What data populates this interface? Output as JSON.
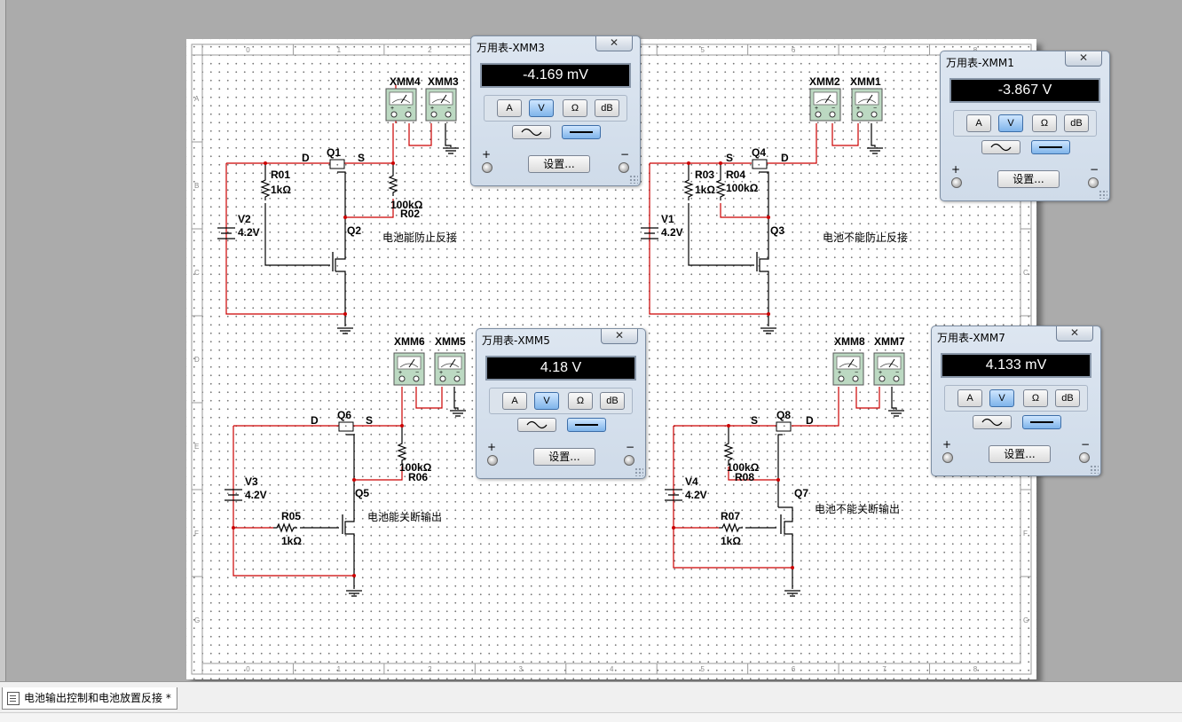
{
  "app": {
    "tab_title": "电池输出控制和电池放置反接 *"
  },
  "sheet": {
    "border_numbers": [
      "0",
      "1",
      "2",
      "3",
      "4",
      "5",
      "6",
      "7",
      "8"
    ],
    "border_letters": [
      "A",
      "B",
      "C",
      "D",
      "E",
      "F",
      "G"
    ]
  },
  "circuit_top_left": {
    "switch_label": "Q1",
    "mosfet_label": "Q2",
    "r_gate_label": "R01",
    "r_gate_value": "1kΩ",
    "r_pull_label": "R02",
    "r_pull_value": "100kΩ",
    "battery_label": "V2",
    "battery_value": "4.2V",
    "drain_label": "D",
    "source_label": "S",
    "meter_a": "XMM4",
    "meter_b": "XMM3",
    "note": "电池能防止反接"
  },
  "circuit_top_right": {
    "switch_label": "Q4",
    "mosfet_label": "Q3",
    "r_gate_label": "R03",
    "r_gate_value": "1kΩ",
    "r_pull_label": "R04",
    "r_pull_value": "100kΩ",
    "battery_label": "V1",
    "battery_value": "4.2V",
    "drain_label": "D",
    "source_label": "S",
    "meter_a": "XMM2",
    "meter_b": "XMM1",
    "note": "电池不能防止反接"
  },
  "circuit_bottom_left": {
    "switch_label": "Q6",
    "mosfet_label": "Q5",
    "r_gate_label": "R05",
    "r_gate_value": "1kΩ",
    "r_pull_label": "R06",
    "r_pull_value": "100kΩ",
    "battery_label": "V3",
    "battery_value": "4.2V",
    "drain_label": "D",
    "source_label": "S",
    "meter_a": "XMM6",
    "meter_b": "XMM5",
    "note": "电池能关断输出"
  },
  "circuit_bottom_right": {
    "switch_label": "Q8",
    "mosfet_label": "Q7",
    "r_gate_label": "R07",
    "r_gate_value": "1kΩ",
    "r_pull_label": "R08",
    "r_pull_value": "100kΩ",
    "battery_label": "V4",
    "battery_value": "4.2V",
    "drain_label": "D",
    "source_label": "S",
    "meter_a": "XMM8",
    "meter_b": "XMM7",
    "note": "电池不能关断输出"
  },
  "multimeters": [
    {
      "title": "万用表-XMM3",
      "reading": "-4.169 mV",
      "close": "✕",
      "btn_a": "A",
      "btn_v": "V",
      "btn_ohm": "Ω",
      "btn_db": "dB",
      "settings": "设置...",
      "plus": "+",
      "minus": "−"
    },
    {
      "title": "万用表-XMM1",
      "reading": "-3.867 V",
      "close": "✕",
      "btn_a": "A",
      "btn_v": "V",
      "btn_ohm": "Ω",
      "btn_db": "dB",
      "settings": "设置...",
      "plus": "+",
      "minus": "−"
    },
    {
      "title": "万用表-XMM5",
      "reading": "4.18 V",
      "close": "✕",
      "btn_a": "A",
      "btn_v": "V",
      "btn_ohm": "Ω",
      "btn_db": "dB",
      "settings": "设置...",
      "plus": "+",
      "minus": "−"
    },
    {
      "title": "万用表-XMM7",
      "reading": "4.133 mV",
      "close": "✕",
      "btn_a": "A",
      "btn_v": "V",
      "btn_ohm": "Ω",
      "btn_db": "dB",
      "settings": "设置...",
      "plus": "+",
      "minus": "−"
    }
  ],
  "colors": {
    "wire_red": "#cc0000",
    "wire_black": "#000000",
    "meter_face": "#bcd9c2"
  }
}
